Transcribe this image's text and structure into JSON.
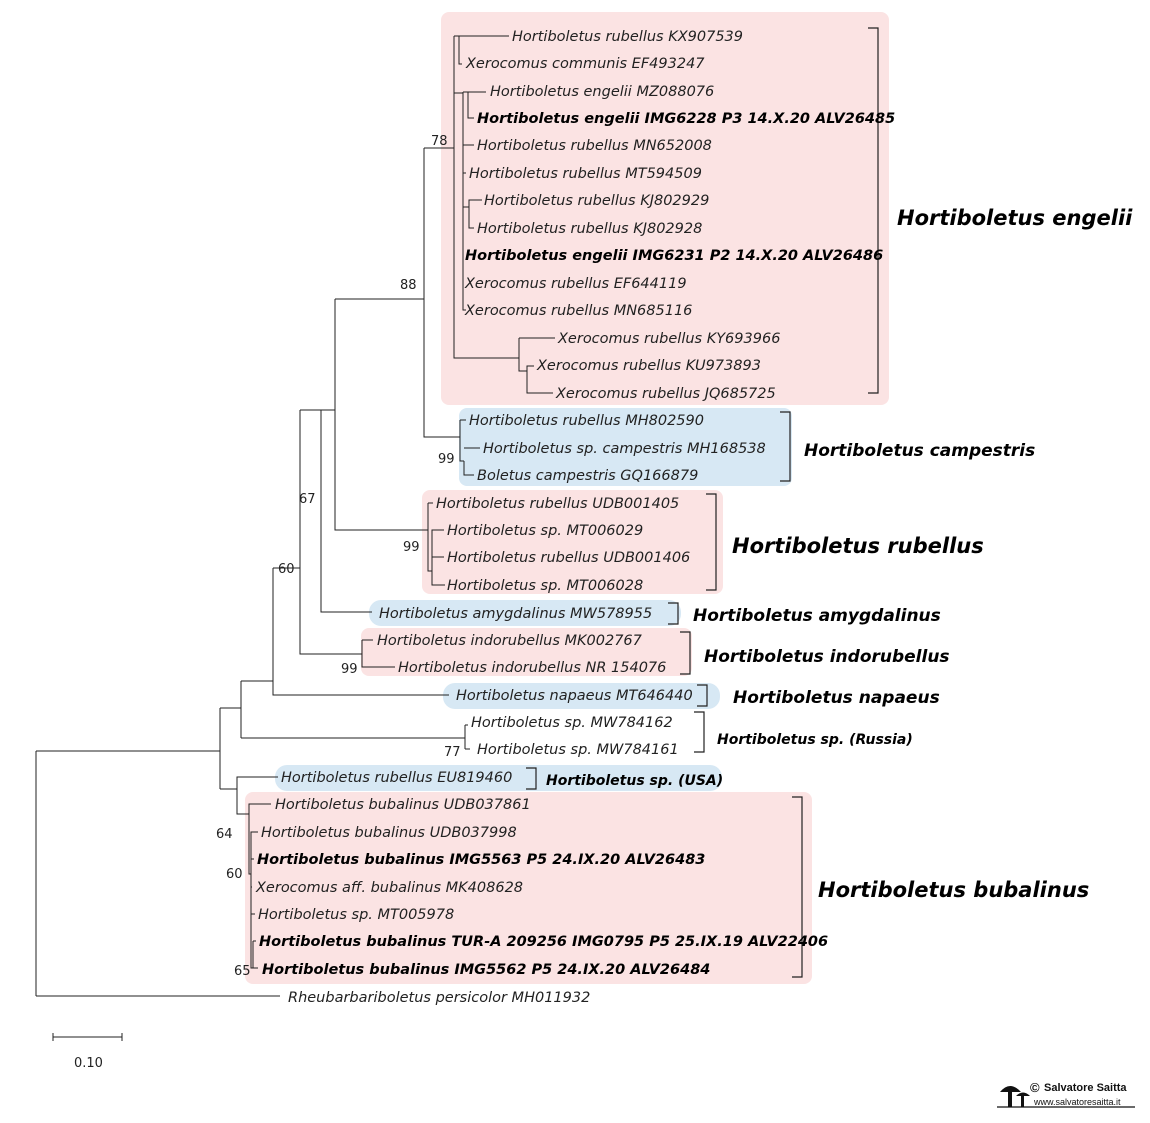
{
  "colors": {
    "pink": "#fbe3e3",
    "blue": "#d7e8f4",
    "branch": "#222222"
  },
  "taxa": [
    "Hortiboletus rubellus KX907539",
    "Xerocomus communis EF493247",
    "Hortiboletus engelii MZ088076",
    "Hortiboletus engelii IMG6228 P3 14.X.20 ALV26485",
    "Hortiboletus rubellus MN652008",
    "Hortiboletus rubellus MT594509",
    "Hortiboletus rubellus KJ802929",
    "Hortiboletus rubellus KJ802928",
    "Hortiboletus engelii IMG6231 P2 14.X.20 ALV26486",
    "Xerocomus rubellus EF644119",
    "Xerocomus rubellus MN685116",
    "Xerocomus rubellus KY693966",
    "Xerocomus rubellus KU973893",
    "Xerocomus rubellus JQ685725",
    "Hortiboletus rubellus MH802590",
    "Hortiboletus sp. campestris MH168538",
    "Boletus campestris GQ166879",
    "Hortiboletus rubellus UDB001405",
    "Hortiboletus sp. MT006029",
    "Hortiboletus rubellus UDB001406",
    "Hortiboletus sp. MT006028",
    "Hortiboletus amygdalinus MW578955",
    "Hortiboletus indorubellus MK002767",
    "Hortiboletus indorubellus NR 154076",
    "Hortiboletus napaeus MT646440",
    "Hortiboletus sp. MW784162",
    "Hortiboletus sp. MW784161",
    "Hortiboletus rubellus EU819460",
    "Hortiboletus bubalinus UDB037861",
    "Hortiboletus bubalinus UDB037998",
    "Hortiboletus bubalinus IMG5563 P5 24.IX.20 ALV26483",
    "Xerocomus aff. bubalinus MK408628",
    "Hortiboletus sp. MT005978",
    "Hortiboletus bubalinus TUR-A 209256 IMG0795 P5 25.IX.19 ALV22406",
    "Hortiboletus bubalinus IMG5562 P5 24.IX.20 ALV26484",
    "Rheubarbariboletus persicolor MH011932"
  ],
  "bold_taxa": [
    3,
    8,
    30,
    33,
    34
  ],
  "support_values": [
    "78",
    "88",
    "99",
    "67",
    "99",
    "60",
    "99",
    "77",
    "64",
    "60",
    "65"
  ],
  "clades": [
    "Hortiboletus engelii",
    "Hortiboletus campestris",
    "Hortiboletus rubellus",
    "Hortiboletus amygdalinus",
    "Hortiboletus indorubellus",
    "Hortiboletus napaeus",
    "Hortiboletus sp. (Russia)",
    "Hortiboletus sp. (USA)",
    "Hortiboletus bubalinus"
  ],
  "scale_bar": {
    "label": "0.10"
  },
  "credit": {
    "name": "Salvatore Saitta",
    "url": "www.salvatoresaitta.it",
    "copyright_symbol": "©"
  }
}
